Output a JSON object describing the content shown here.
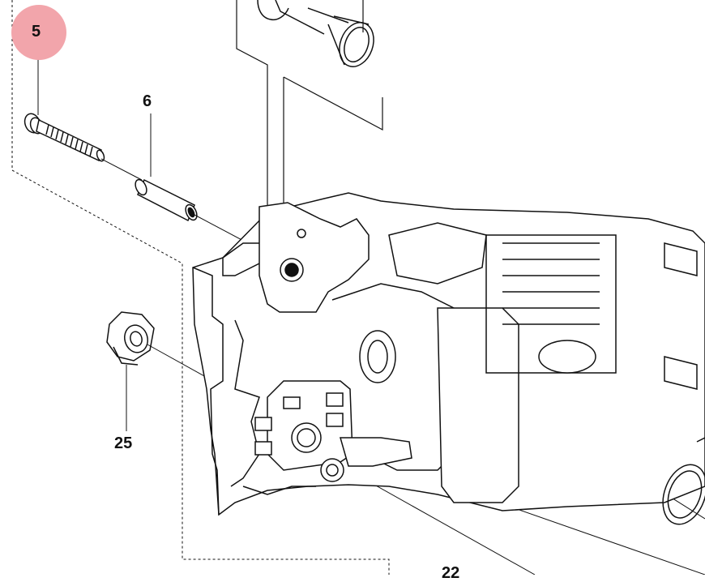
{
  "callouts": [
    {
      "id": "5",
      "label": "5",
      "highlighted": true
    },
    {
      "id": "6",
      "label": "6",
      "highlighted": false
    },
    {
      "id": "25",
      "label": "25",
      "highlighted": false
    },
    {
      "id": "22",
      "label": "22",
      "highlighted": false
    }
  ],
  "colors": {
    "highlight": "#f2a5ab",
    "line": "#111111",
    "background": "#ffffff"
  }
}
